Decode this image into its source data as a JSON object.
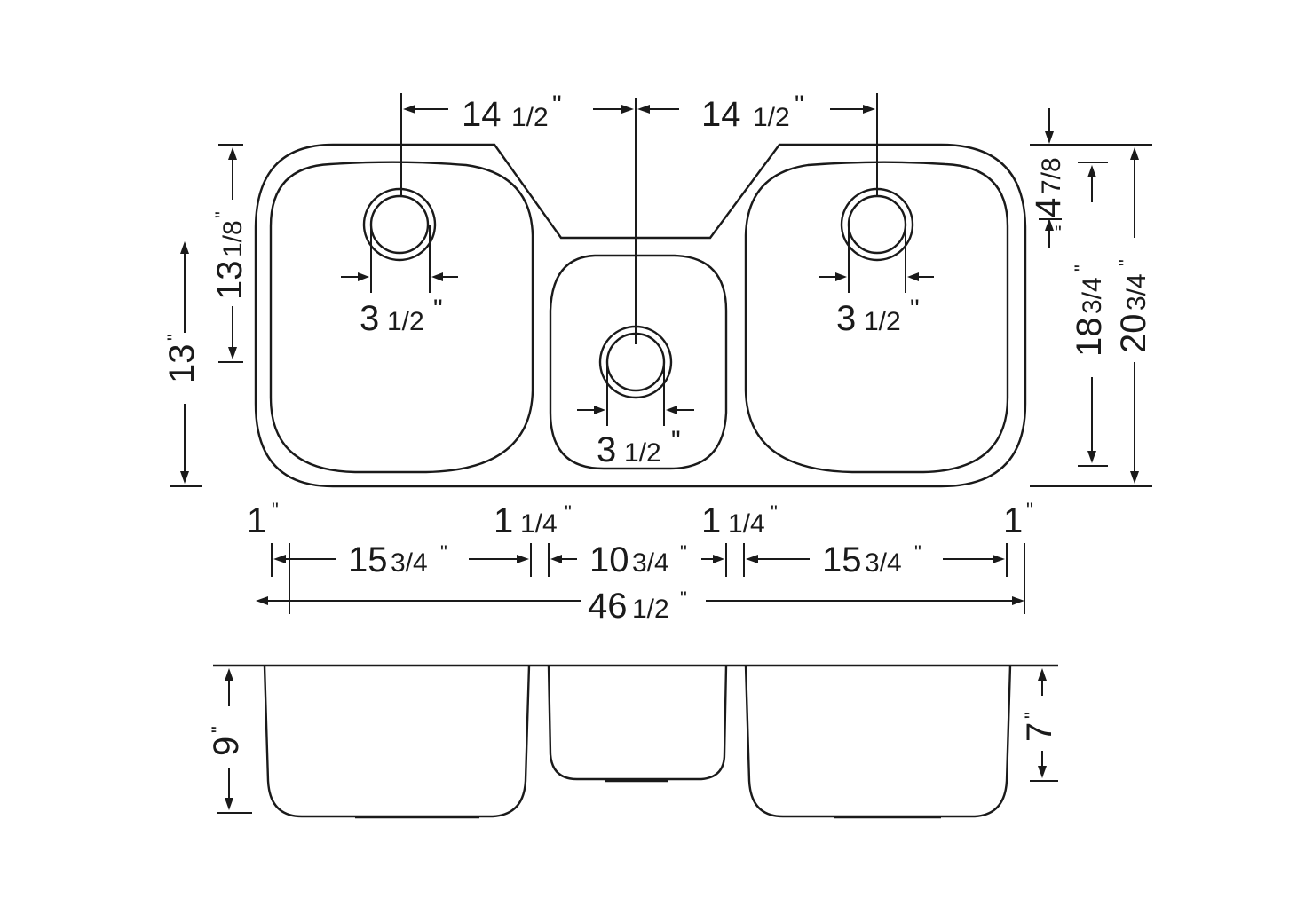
{
  "top_view": {
    "spacing_left": {
      "whole": "14",
      "frac": "1/2",
      "unit": "\""
    },
    "spacing_right": {
      "whole": "14",
      "frac": "1/2",
      "unit": "\""
    },
    "drain_left": {
      "whole": "3",
      "frac": "1/2",
      "unit": "\""
    },
    "drain_center": {
      "whole": "3",
      "frac": "1/2",
      "unit": "\""
    },
    "drain_right": {
      "whole": "3",
      "frac": "1/2",
      "unit": "\""
    },
    "height_overall_left": {
      "whole": "13",
      "unit": "\""
    },
    "height_bowl_left": {
      "whole": "13",
      "frac": "1/8",
      "unit": "\""
    },
    "height_notch": {
      "whole": "4",
      "frac": "7/8",
      "unit": "\""
    },
    "height_bowl_right": {
      "whole": "18",
      "frac": "3/4",
      "unit": "\""
    },
    "height_overall": {
      "whole": "20",
      "frac": "3/4",
      "unit": "\""
    }
  },
  "widths": {
    "edge_left": {
      "whole": "1",
      "unit": "\""
    },
    "bowl_left": {
      "whole": "15",
      "frac": "3/4",
      "unit": "\""
    },
    "divider_left": {
      "whole": "1",
      "frac": "1/4",
      "unit": "\""
    },
    "bowl_center": {
      "whole": "10",
      "frac": "3/4",
      "unit": "\""
    },
    "divider_right": {
      "whole": "1",
      "frac": "1/4",
      "unit": "\""
    },
    "bowl_right": {
      "whole": "15",
      "frac": "3/4",
      "unit": "\""
    },
    "edge_right": {
      "whole": "1",
      "unit": "\""
    },
    "overall": {
      "whole": "46",
      "frac": "1/2",
      "unit": "\""
    }
  },
  "side_view": {
    "depth_main": {
      "whole": "9",
      "unit": "\""
    },
    "depth_small": {
      "whole": "7",
      "unit": "\""
    }
  }
}
